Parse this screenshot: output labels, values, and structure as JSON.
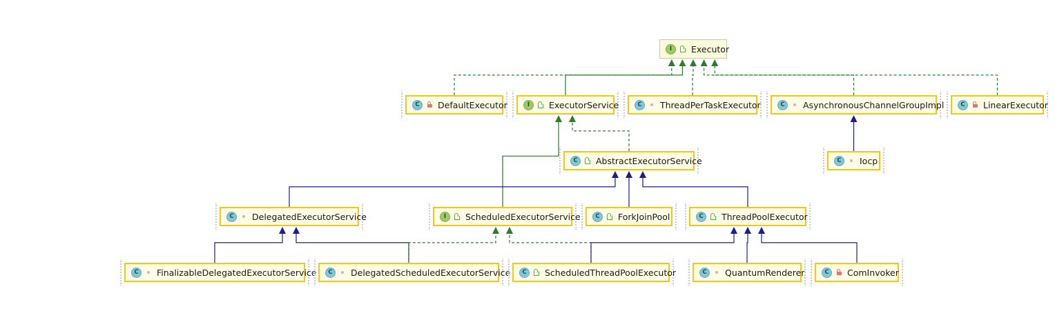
{
  "nodes": {
    "executor": {
      "label": "Executor",
      "kind": "I",
      "modifier": "public"
    },
    "default_executor": {
      "label": "DefaultExecutor",
      "kind": "C",
      "modifier": "private"
    },
    "executor_service": {
      "label": "ExecutorService",
      "kind": "I",
      "modifier": "public"
    },
    "thread_per_task_executor": {
      "label": "ThreadPerTaskExecutor",
      "kind": "C",
      "modifier": "package"
    },
    "asynchronous_channel_group_impl": {
      "label": "AsynchronousChannelGroupImpl",
      "kind": "C",
      "modifier": "package"
    },
    "linear_executor": {
      "label": "LinearExecutor",
      "kind": "C",
      "modifier": "private"
    },
    "abstract_executor_service": {
      "label": "AbstractExecutorService",
      "kind": "C",
      "modifier": "public"
    },
    "iocp": {
      "label": "Iocp",
      "kind": "C",
      "modifier": "package"
    },
    "delegated_executor_service": {
      "label": "DelegatedExecutorService",
      "kind": "C",
      "modifier": "package"
    },
    "scheduled_executor_service": {
      "label": "ScheduledExecutorService",
      "kind": "I",
      "modifier": "public"
    },
    "fork_join_pool": {
      "label": "ForkJoinPool",
      "kind": "C",
      "modifier": "public"
    },
    "thread_pool_executor": {
      "label": "ThreadPoolExecutor",
      "kind": "C",
      "modifier": "public"
    },
    "finalizable_delegated_executor_service": {
      "label": "FinalizableDelegatedExecutorService",
      "kind": "C",
      "modifier": "package"
    },
    "delegated_scheduled_executor_service": {
      "label": "DelegatedScheduledExecutorService",
      "kind": "C",
      "modifier": "package"
    },
    "scheduled_thread_pool_executor": {
      "label": "ScheduledThreadPoolExecutor",
      "kind": "C",
      "modifier": "public"
    },
    "quantum_renderer": {
      "label": "QuantumRenderer",
      "kind": "C",
      "modifier": "package"
    },
    "com_invoker": {
      "label": "ComInvoker",
      "kind": "C",
      "modifier": "private"
    }
  },
  "edges": [
    {
      "from": "default_executor",
      "to": "executor",
      "type": "implements"
    },
    {
      "from": "executor_service",
      "to": "executor",
      "type": "extends-interface"
    },
    {
      "from": "thread_per_task_executor",
      "to": "executor",
      "type": "implements"
    },
    {
      "from": "asynchronous_channel_group_impl",
      "to": "executor",
      "type": "implements"
    },
    {
      "from": "linear_executor",
      "to": "executor",
      "type": "implements"
    },
    {
      "from": "abstract_executor_service",
      "to": "executor_service",
      "type": "implements"
    },
    {
      "from": "scheduled_executor_service",
      "to": "executor_service",
      "type": "extends-interface"
    },
    {
      "from": "iocp",
      "to": "asynchronous_channel_group_impl",
      "type": "extends"
    },
    {
      "from": "delegated_executor_service",
      "to": "abstract_executor_service",
      "type": "extends"
    },
    {
      "from": "fork_join_pool",
      "to": "abstract_executor_service",
      "type": "extends"
    },
    {
      "from": "thread_pool_executor",
      "to": "abstract_executor_service",
      "type": "extends"
    },
    {
      "from": "finalizable_delegated_executor_service",
      "to": "delegated_executor_service",
      "type": "extends"
    },
    {
      "from": "delegated_scheduled_executor_service",
      "to": "delegated_executor_service",
      "type": "extends"
    },
    {
      "from": "delegated_scheduled_executor_service",
      "to": "scheduled_executor_service",
      "type": "implements"
    },
    {
      "from": "scheduled_thread_pool_executor",
      "to": "scheduled_executor_service",
      "type": "implements"
    },
    {
      "from": "scheduled_thread_pool_executor",
      "to": "thread_pool_executor",
      "type": "extends"
    },
    {
      "from": "quantum_renderer",
      "to": "thread_pool_executor",
      "type": "extends"
    },
    {
      "from": "com_invoker",
      "to": "thread_pool_executor",
      "type": "extends"
    }
  ],
  "colors": {
    "implements": "#2a7d2a",
    "extends": "#1c1c8c",
    "node_border": "#f5c518",
    "node_fill": "#fefce4",
    "selection_dots": "#c4c4c4"
  }
}
